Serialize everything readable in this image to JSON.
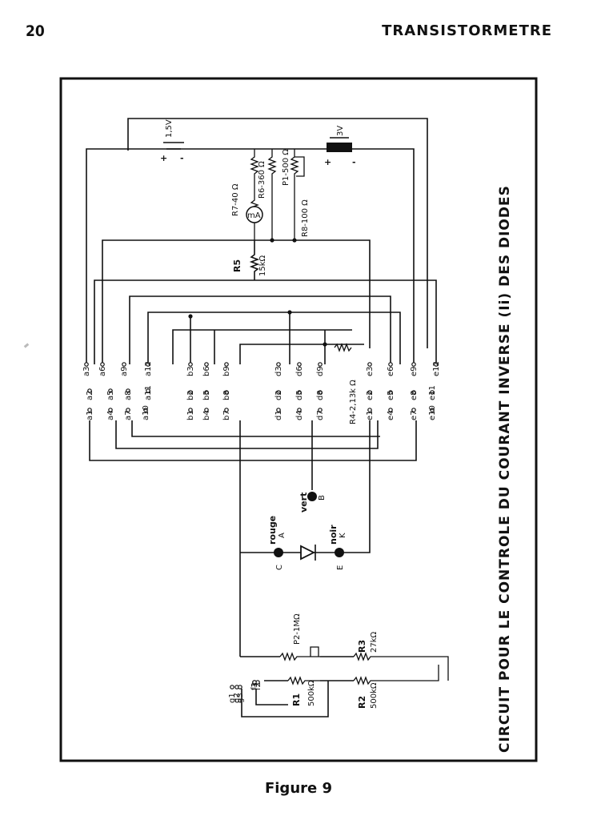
{
  "header": {
    "page_number": "20",
    "running_title": "TRANSISTORMETRE"
  },
  "figure": {
    "title": "CIRCUIT POUR LE CONTROLE DU COURANT INVERSE (Ii) DES DIODES",
    "caption": "Figure 9"
  },
  "components": {
    "battery_1": "1,5V",
    "battery_2": "3V",
    "r7": "R7-40 Ω",
    "r6": "R6-360 Ω",
    "p1": "P1-500 Ω",
    "r8": "R8-100 Ω",
    "meter": "mA",
    "r5_name": "R5",
    "r5_value": "15kΩ",
    "r4": "R4-2,13k Ω",
    "p2": "P2-1MΩ",
    "r3_name": "R3",
    "r3_value": "27kΩ",
    "r1_name": "R1",
    "r1_value": "500kΩ",
    "r2_name": "R2",
    "r2_value": "500kΩ",
    "plus": "+",
    "minus": "-"
  },
  "terminals": {
    "vert": "vert",
    "vert_letter": "B",
    "rouge": "rouge",
    "rouge_letter": "A",
    "rouge_pin": "C",
    "noir": "noir",
    "noir_letter": "K",
    "noir_pin": "E"
  },
  "switch_contacts": {
    "a_top": [
      "a3",
      "a6",
      "a9",
      "a12"
    ],
    "a_mid1": [
      "a2",
      "a5",
      "a8",
      "a11"
    ],
    "a_mid2": [
      "a1",
      "a4",
      "a7",
      "a10"
    ],
    "b_top": [
      "b3",
      "b6",
      "b9"
    ],
    "b_mid": [
      "b2",
      "b5",
      "b8"
    ],
    "b_low": [
      "b1",
      "b4",
      "b7"
    ],
    "d_top": [
      "d3",
      "d6",
      "d9"
    ],
    "d_mid": [
      "d2",
      "d5",
      "d8"
    ],
    "d_low": [
      "d1",
      "d4",
      "d7"
    ],
    "e_top": [
      "e3",
      "e6",
      "e9",
      "e12"
    ],
    "e_mid": [
      "e2",
      "e5",
      "e8",
      "e11"
    ],
    "e_low": [
      "e1",
      "e4",
      "e7",
      "e10"
    ],
    "g": [
      "g1",
      "g2",
      "g3"
    ],
    "f": [
      "f1",
      "f2",
      "f3"
    ]
  },
  "colors": {
    "ink": "#111111",
    "paper": "#ffffff"
  }
}
